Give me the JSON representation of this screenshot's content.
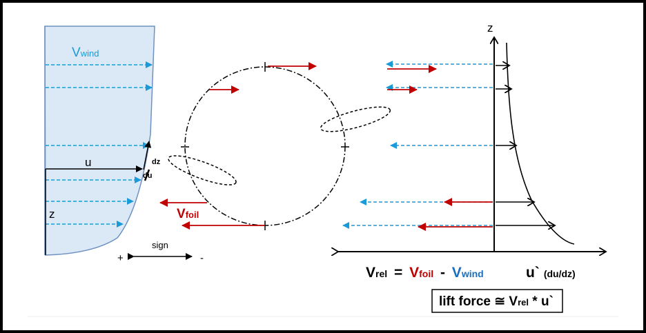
{
  "colors": {
    "wind": "#1a9ad6",
    "foil": "#c00000",
    "black": "#000000",
    "wind_fill": "#dbe9f7",
    "wind_stroke": "#6e91c1"
  },
  "left_panel": {
    "v_main": "V",
    "v_wind_sub": "wind",
    "u_label": "u",
    "z_label": "z",
    "dz_label": "dz",
    "du_label": "du",
    "sign_label": "sign",
    "plus": "+",
    "minus": "-"
  },
  "middle_panel": {
    "v_main": "V",
    "v_foil_sub": "foil"
  },
  "right_panel": {
    "z_axis_label": "z",
    "u_prime": "u`",
    "du_dz": "(du/dz)",
    "v_rel_main": "V",
    "v_rel_sub": "rel",
    "eq_sign": "=",
    "minus_sign": "-",
    "v_foil_main": "V",
    "v_foil_sub": "foil",
    "v_wind_main": "V",
    "v_wind_sub": "wind",
    "lift_prefix": "lift force ≅ V",
    "lift_sub": "rel",
    "lift_suffix": " * u`"
  }
}
